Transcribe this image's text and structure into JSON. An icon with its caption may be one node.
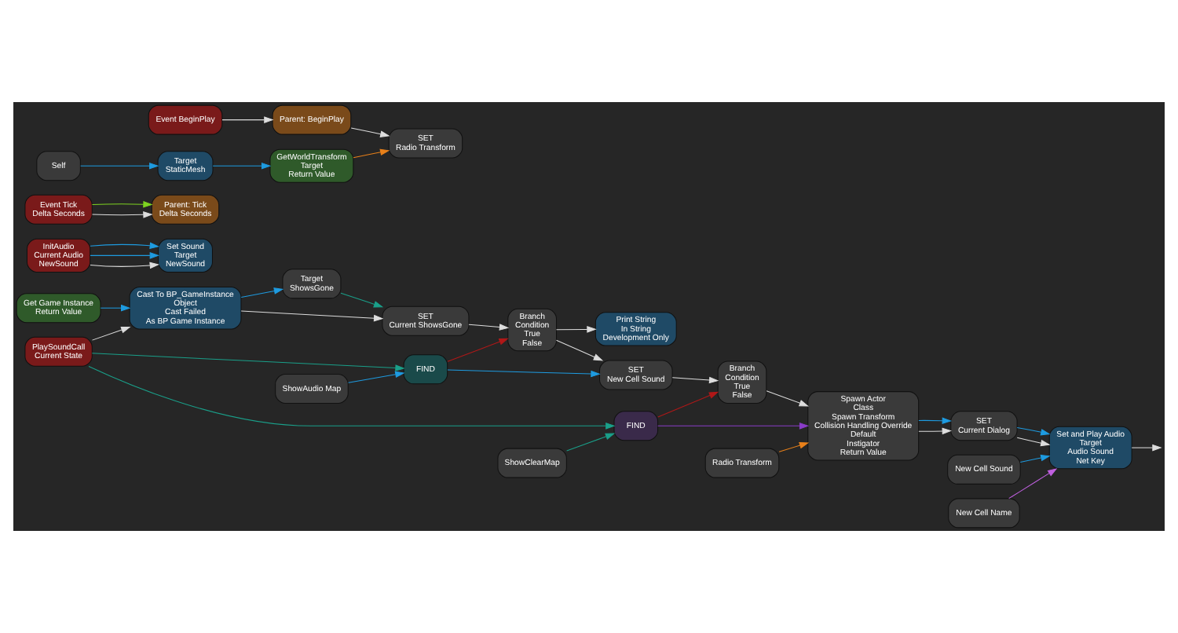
{
  "diagram": {
    "nodes": [
      {
        "text": [
          "PlaySoundCall",
          "Current State"
        ]
      },
      {
        "text": [
          "Get Game Instance",
          "Return Value"
        ]
      },
      {
        "text": [
          "Cast To BP_GameInstance",
          "Object",
          "Cast Failed",
          "As BP Game Instance"
        ]
      },
      {
        "text": [
          "Target",
          "ShowsGone"
        ]
      },
      {
        "text": [
          "SET",
          "Current ShowsGone"
        ]
      },
      {
        "text": [
          "ShowAudio Map"
        ]
      },
      {
        "text": [
          "FIND"
        ]
      },
      {
        "text": [
          "Branch",
          "Condition",
          "True",
          "False"
        ]
      },
      {
        "text": [
          "SET",
          "New Cell Sound"
        ]
      },
      {
        "text": [
          "ShowClearMap"
        ]
      },
      {
        "text": [
          "FIND"
        ]
      },
      {
        "text": [
          "Branch",
          "Condition",
          "True",
          "False"
        ]
      },
      {
        "text": [
          "Radio Transform"
        ]
      },
      {
        "text": [
          "Print String",
          "In String",
          "Development Only"
        ]
      },
      {
        "text": [
          "Spawn Actor",
          "Class",
          "Spawn Transform",
          "Collision Handling Override",
          "Default",
          "Instigator",
          "Return Value"
        ]
      },
      {
        "text": [
          "SET",
          "Current Dialog"
        ]
      },
      {
        "text": [
          "New Cell Sound"
        ]
      },
      {
        "text": [
          "New Cell Name"
        ]
      },
      {
        "text": [
          "Set and Play Audio",
          "Target",
          "Audio Sound",
          "Net Key"
        ]
      },
      {
        "text": [
          "InitAudio",
          "Current Audio",
          "NewSound"
        ]
      },
      {
        "text": [
          "Set Sound",
          "Target",
          "NewSound"
        ]
      },
      {
        "text": [
          "Event Tick",
          "Delta Seconds"
        ]
      },
      {
        "text": [
          "Parent: Tick",
          "Delta Seconds"
        ]
      },
      {
        "text": [
          "Event BeginPlay"
        ]
      },
      {
        "text": [
          "Parent: BeginPlay"
        ]
      },
      {
        "text": [
          "SET",
          "Radio Transform"
        ]
      },
      {
        "text": [
          "Self"
        ]
      },
      {
        "text": [
          "Target",
          "StaticMesh"
        ]
      },
      {
        "text": [
          "GetWorldTransform",
          "Target",
          "Return Value"
        ]
      }
    ],
    "edges": [
      {
        "from": 0,
        "to": 2,
        "arrow": "to"
      },
      {
        "from": 1,
        "to": 2,
        "arrow": "to",
        "color": "#1e9be0"
      },
      {
        "from": 2,
        "to": 4,
        "arrow": "to"
      },
      {
        "from": 2,
        "to": 3,
        "arrow": "to",
        "color": "#1e9be0"
      },
      {
        "from": 3,
        "to": 4,
        "arrow": "to",
        "color": "#1aa08a"
      },
      {
        "from": 4,
        "to": 7,
        "arrow": "to"
      },
      {
        "from": 5,
        "to": 6,
        "arrow": "to",
        "color": "#1e9be0"
      },
      {
        "from": 0,
        "to": 6,
        "arrow": "to",
        "color": "#1aa08a"
      },
      {
        "from": 6,
        "to": 7,
        "arrow": "to",
        "color": "#b01818"
      },
      {
        "from": 6,
        "to": 8,
        "arrow": "to",
        "color": "#1e9be0"
      },
      {
        "from": 7,
        "to": 8,
        "arrow": "to"
      },
      {
        "from": 7,
        "to": 13,
        "arrow": "to"
      },
      {
        "from": 8,
        "to": 11,
        "arrow": "to"
      },
      {
        "from": 9,
        "to": 10,
        "arrow": "to",
        "color": "#1aa08a"
      },
      {
        "from": 0,
        "to": 10,
        "arrow": "to",
        "color": "#1aa08a"
      },
      {
        "from": 10,
        "to": 11,
        "arrow": "to",
        "color": "#b01818"
      },
      {
        "from": 10,
        "to": 14,
        "arrow": "to",
        "color": "#8a3cc8"
      },
      {
        "from": 12,
        "to": 14,
        "arrow": "to",
        "color": "#e8801a"
      },
      {
        "from": 11,
        "to": 14,
        "arrow": "to"
      },
      {
        "from": 14,
        "to": 15,
        "arrow": "to"
      },
      {
        "from": 14,
        "to": 15,
        "arrow": "to",
        "color": "#1e9be0"
      },
      {
        "from": 15,
        "to": 18,
        "arrow": "to"
      },
      {
        "from": 15,
        "to": 18,
        "arrow": "to",
        "color": "#1e9be0"
      },
      {
        "from": 16,
        "to": 18,
        "arrow": "to",
        "color": "#1e9be0"
      },
      {
        "from": 17,
        "to": 18,
        "arrow": "to",
        "color": "#c060e0"
      },
      {
        "from": 18,
        "to": null,
        "arrow": "to"
      },
      {
        "from": 19,
        "to": 20,
        "arrow": "to"
      },
      {
        "from": 19,
        "to": 20,
        "arrow": "to",
        "color": "#1e9be0"
      },
      {
        "from": 19,
        "to": 20,
        "arrow": "to",
        "color": "#1e9be0"
      },
      {
        "from": 21,
        "to": 22,
        "arrow": "to"
      },
      {
        "from": 21,
        "to": 22,
        "arrow": "to",
        "color": "#7ed321"
      },
      {
        "from": 23,
        "to": 24,
        "arrow": "to"
      },
      {
        "from": 24,
        "to": 25,
        "arrow": "to"
      },
      {
        "from": 26,
        "to": 27,
        "arrow": "to",
        "color": "#1e9be0"
      },
      {
        "from": 27,
        "to": 28,
        "arrow": "to",
        "color": "#1e9be0"
      },
      {
        "from": 28,
        "to": 25,
        "arrow": "to",
        "color": "#e8801a"
      }
    ]
  }
}
